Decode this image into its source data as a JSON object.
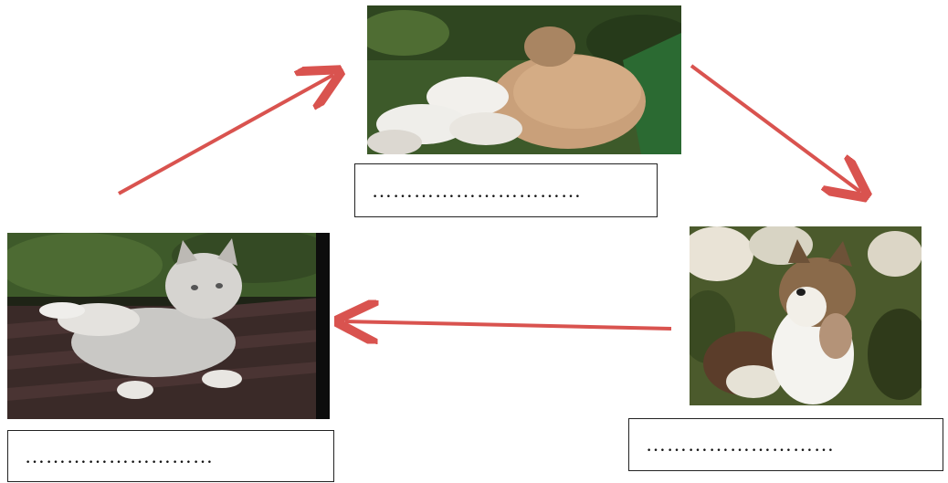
{
  "diagram": {
    "nodes": [
      {
        "id": "mother-nursing",
        "icon": "cat-nursing-kittens-photo",
        "answer_placeholder": "…………………………"
      },
      {
        "id": "kitten",
        "icon": "kitten-photo",
        "answer_placeholder": "………………………"
      },
      {
        "id": "adult",
        "icon": "adult-cat-photo",
        "answer_placeholder": "………………………"
      }
    ],
    "arrow_color": "#d9534f"
  }
}
